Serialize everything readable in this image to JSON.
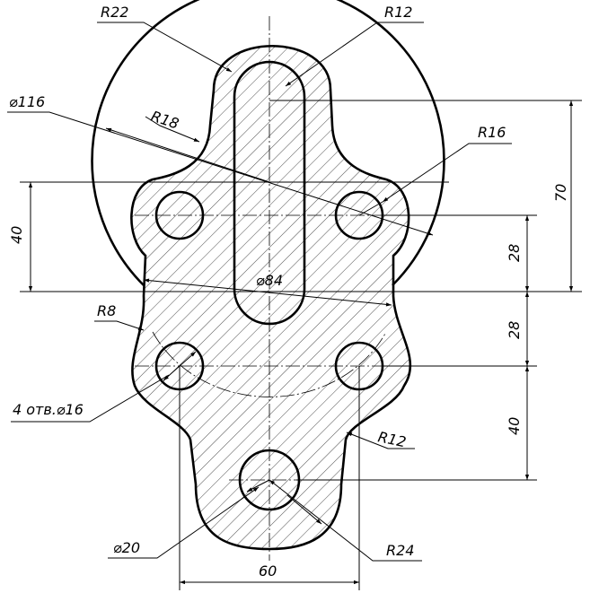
{
  "dimensions": {
    "r22": "R22",
    "r12_top": "R12",
    "d116": "⌀116",
    "r18": "R18",
    "r16": "R16",
    "d70": "70",
    "d40_left": "40",
    "d28_upper": "28",
    "d84": "⌀84",
    "r8": "R8",
    "d28_lower": "28",
    "holes": "4 отв.⌀16",
    "d40_right": "40",
    "r12_bottom": "R12",
    "d20": "⌀20",
    "r24": "R24",
    "d60": "60"
  }
}
